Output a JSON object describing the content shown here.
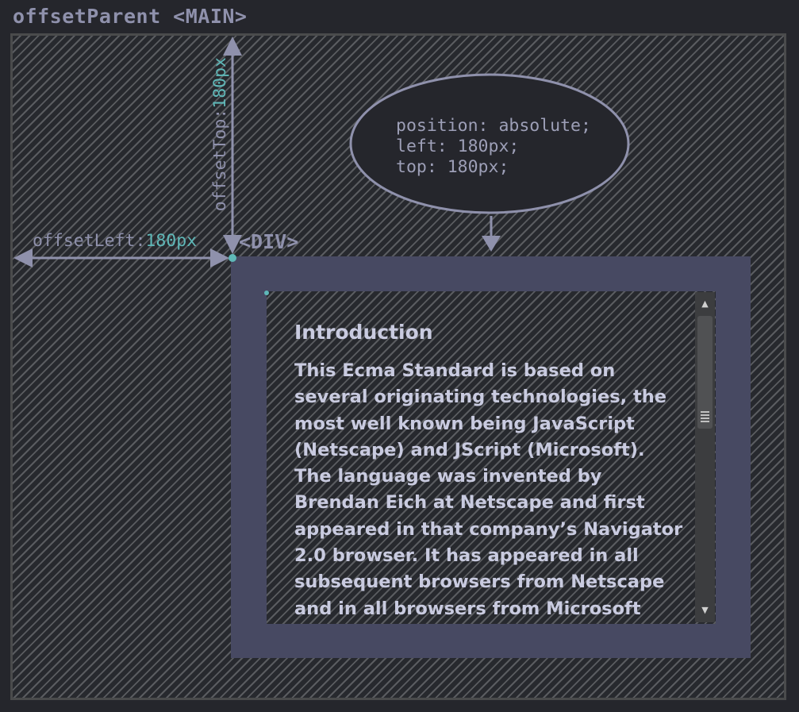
{
  "heading": "offsetParent <MAIN>",
  "div_label": "<DIV>",
  "code": {
    "line1": "position: absolute;",
    "line2": "left: 180px;",
    "line3": "top: 180px;"
  },
  "offset_left": {
    "name": "offsetLeft:",
    "value": "180px"
  },
  "offset_top": {
    "name": "offsetTop:",
    "value": "180px"
  },
  "content": {
    "title": "Introduction",
    "text": "This Ecma Standard is based on several originating technologies, the most well known being JavaScript (Netscape) and JScript (Microsoft). The language was invented by Brendan Eich at Netscape and first appeared in that company’s Navigator 2.0 browser. It has appeared in all subsequent browsers from Netscape and in all browsers from Microsoft"
  },
  "colors": {
    "background": "#25262c",
    "label": "#8f91ac",
    "accent": "#5fb8b8",
    "div_border": "#474962",
    "text": "#c9cbe0"
  }
}
